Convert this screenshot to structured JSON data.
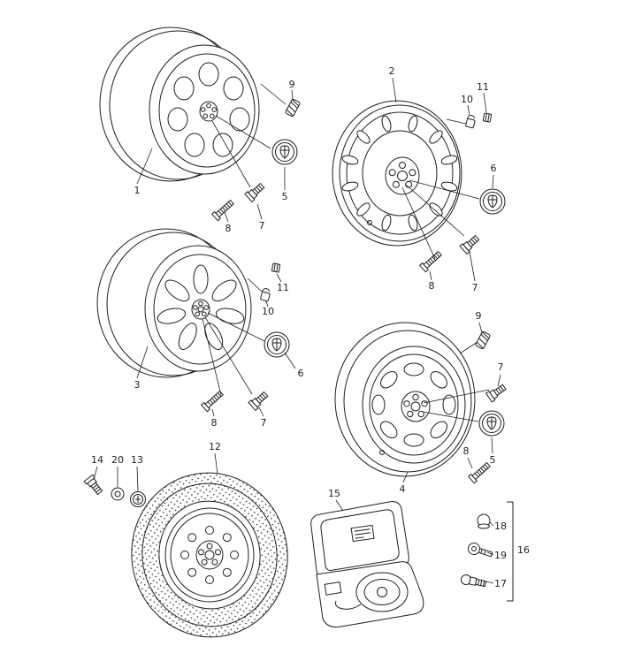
{
  "colors": {
    "background": "#ffffff",
    "ink": "#1f1f1f"
  },
  "labels": {
    "n1": "1",
    "n2": "2",
    "n3": "3",
    "n4": "4",
    "n5": "5",
    "n6": "6",
    "n7": "7",
    "n8": "8",
    "n9": "9",
    "n10": "10",
    "n11": "11",
    "n12": "12",
    "n13": "13",
    "n14": "14",
    "n15": "15",
    "n16": "16",
    "n17": "17",
    "n18": "18",
    "n19": "19",
    "n20": "20"
  }
}
